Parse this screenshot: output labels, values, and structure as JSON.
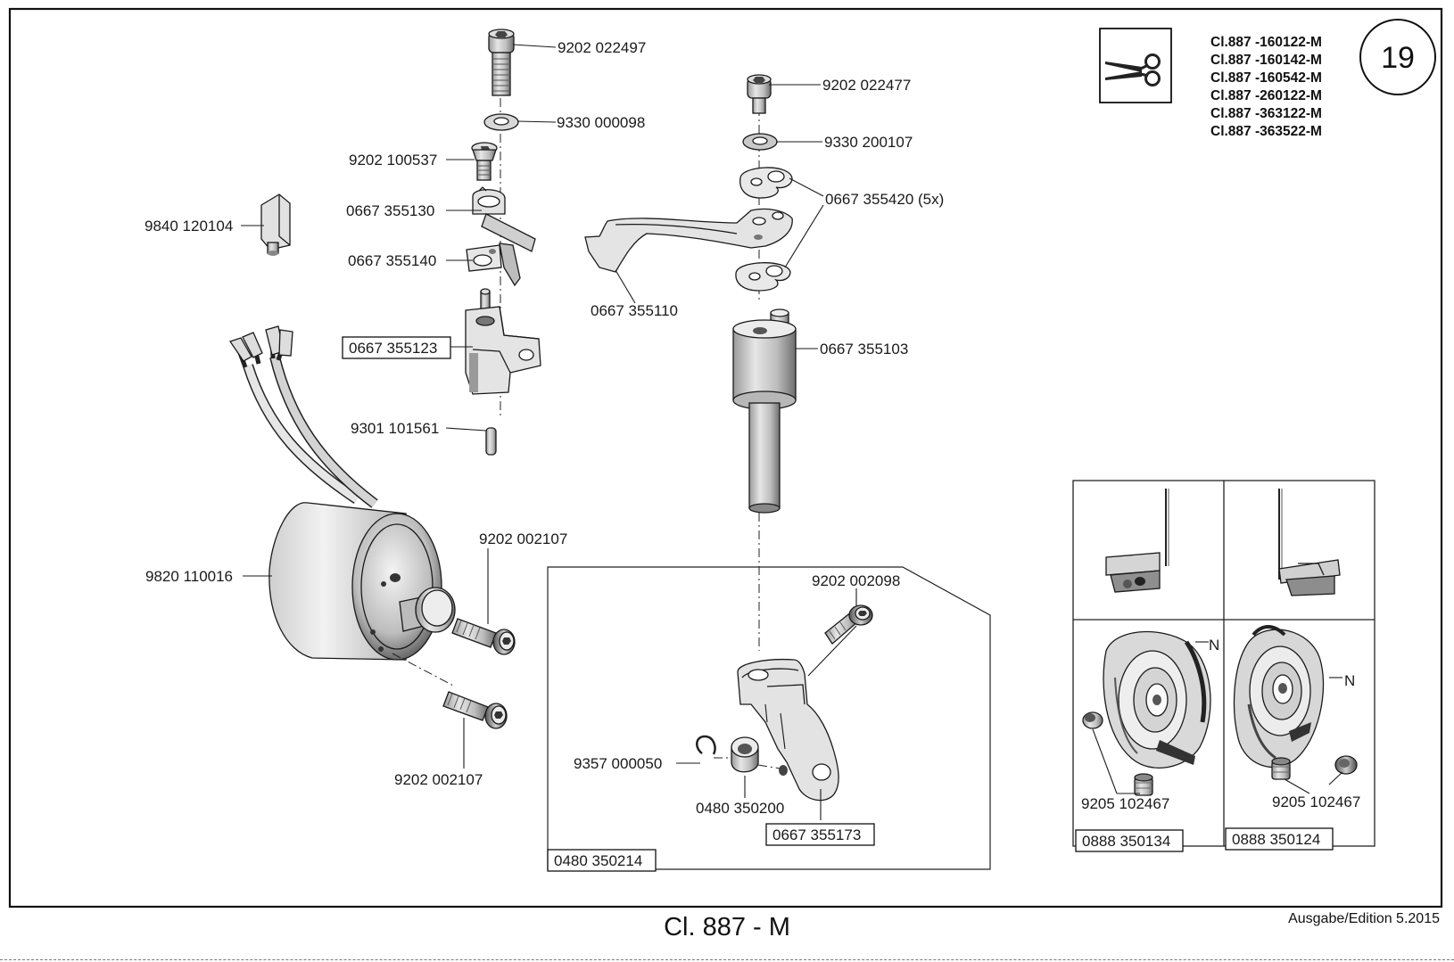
{
  "page_number": "19",
  "models": [
    "Cl.887 -160122-M",
    "Cl.887 -160142-M",
    "Cl.887 -160542-M",
    "Cl.887 -260122-M",
    "Cl.887 -363122-M",
    "Cl.887 -363522-M"
  ],
  "icon": "scissors-icon",
  "parts": {
    "p_9202_022497": "9202 022497",
    "p_9330_000098": "9330 000098",
    "p_9202_100537": "9202 100537",
    "p_0667_355130": "0667 355130",
    "p_0667_355140": "0667 355140",
    "p_9840_120104": "9840 120104",
    "p_0667_355123": "0667 355123",
    "p_9301_101561": "9301 101561",
    "p_9202_022477": "9202 022477",
    "p_9330_200107": "9330 200107",
    "p_0667_355420": "0667 355420 (5x)",
    "p_0667_355110": "0667 355110",
    "p_0667_355103": "0667 355103",
    "p_9820_110016": "9820 110016",
    "p_9202_002107_top": "9202 002107",
    "p_9202_002107_bottom": "9202 002107",
    "p_9202_002098": "9202 002098",
    "p_9357_000050": "9357 000050",
    "p_0480_350200": "0480 350200",
    "p_0667_355173": "0667 355173",
    "p_0480_350214": "0480 350214",
    "p_9205_102467_left": "9205 102467",
    "p_9205_102467_right": "9205 102467",
    "p_0888_350134": "0888 350134",
    "p_0888_350124": "0888 350124"
  },
  "detail_marks": {
    "n_left": "N",
    "n_right": "N"
  },
  "footer": {
    "title": "Cl. 887 - M",
    "edition": "Ausgabe/Edition   5.2015"
  }
}
